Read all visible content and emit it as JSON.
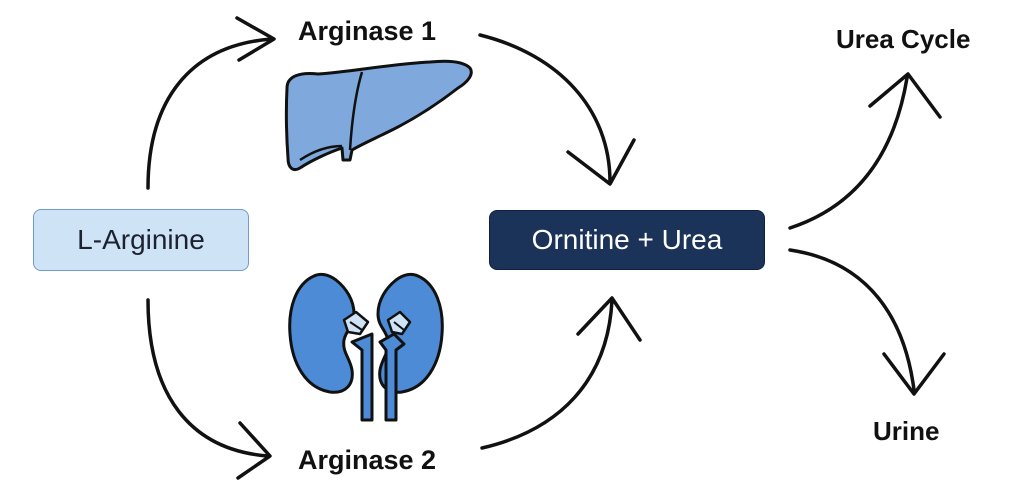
{
  "nodes": {
    "substrate": "L-Arginine",
    "product": "Ornitine + Urea",
    "enzyme_liver": "Arginase 1",
    "enzyme_kidney": "Arginase 2",
    "fate_1": "Urea Cycle",
    "fate_2": "Urine"
  },
  "icons": {
    "liver": "liver-icon",
    "kidneys": "kidneys-icon"
  },
  "colors": {
    "substrate_fill": "#cfe3f7",
    "substrate_stroke": "#6f9cc9",
    "product_fill": "#1b3358",
    "product_stroke": "#0f2140",
    "liver_fill": "#7fa9dc",
    "kidney_fill": "#4d8bd6",
    "arrow": "#111111"
  }
}
